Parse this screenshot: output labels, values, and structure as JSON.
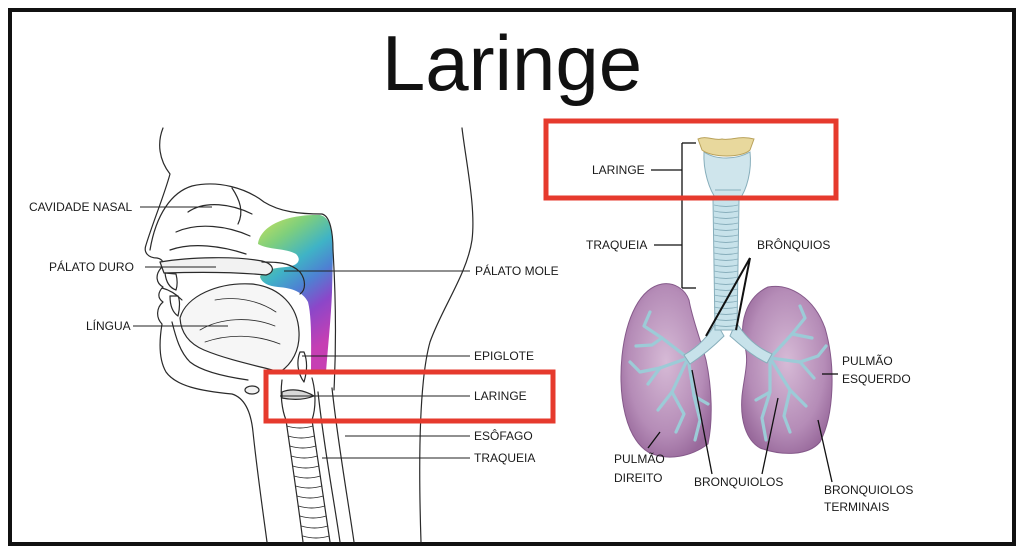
{
  "slide": {
    "title": "Laringe"
  },
  "colors": {
    "frame": "#111111",
    "highlight_box": "#e63a2d",
    "pharynx_gradient": [
      "#cfe35a",
      "#7fcf7c",
      "#3fb3c6",
      "#4d82d2",
      "#8b47c9",
      "#c63fb3"
    ],
    "lung": "#b58cb7",
    "lung_edge": "#85598a",
    "airway": "#c7e2ea",
    "bronchial_tree": "#9ccbd7",
    "larynx_cartilage": "#e8d89d"
  },
  "head_diagram": {
    "labels": {
      "nasal_cavity": "CAVIDADE NASAL",
      "hard_palate": "PÁLATO DURO",
      "tongue": "LÍNGUA",
      "soft_palate": "PÁLATO MOLE",
      "epiglottis": "EPIGLOTE",
      "larynx": "LARINGE",
      "esophagus": "ESÔFAGO",
      "trachea": "TRAQUEIA"
    }
  },
  "respiratory_diagram": {
    "labels": {
      "larynx": "LARINGE",
      "trachea": "TRAQUEIA",
      "bronchi": "BRÔNQUIOS",
      "left_lung": [
        "PULMÃO",
        "ESQUERDO"
      ],
      "right_lung": [
        "PULMÃO",
        "DIREITO"
      ],
      "bronchioles": "BRONQUIOLOS",
      "terminal_bronchioles": [
        "BRONQUIOLOS",
        "TERMINAIS"
      ]
    }
  }
}
